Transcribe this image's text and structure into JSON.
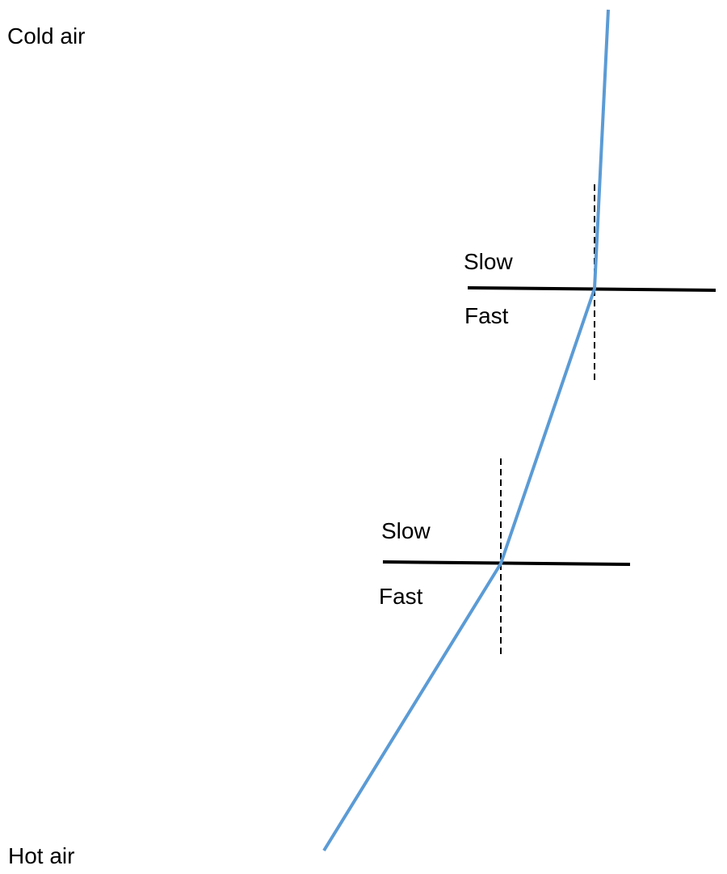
{
  "labels": {
    "cold_air": "Cold air",
    "hot_air": "Hot air",
    "upper_boundary": {
      "above": "Slow",
      "below": "Fast"
    },
    "lower_boundary": {
      "above": "Slow",
      "below": "Fast"
    }
  },
  "colors": {
    "ray": "#5b9bd5",
    "boundary": "#000000",
    "normal": "#000000",
    "background": "#ffffff"
  }
}
